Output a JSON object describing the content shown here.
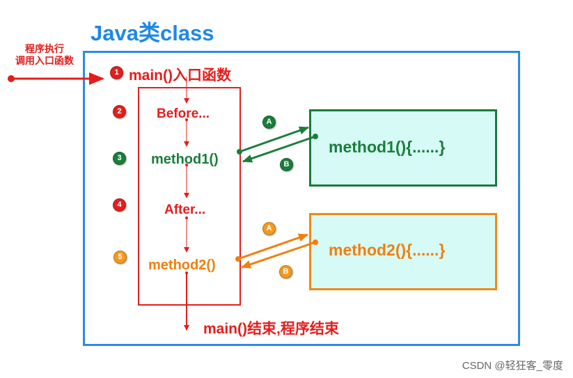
{
  "title": "Java类class",
  "side_note": [
    "程序执行",
    "调用入口函数"
  ],
  "steps": {
    "s1": {
      "badge": "1",
      "label": "main()入口函数"
    },
    "s2": {
      "badge": "2",
      "label": "Before..."
    },
    "s3": {
      "badge": "3",
      "label": "method1()"
    },
    "s4": {
      "badge": "4",
      "label": "After..."
    },
    "s5": {
      "badge": "5",
      "label": "method2()"
    }
  },
  "end_label": "main()结束,程序结束",
  "method1_body": "method1(){......}",
  "method2_body": "method2(){......}",
  "arrow_badges": {
    "call": "A",
    "return": "B"
  },
  "watermark": "CSDN @轻狂客_零度",
  "colors": {
    "red": "#e61c1c",
    "green": "#1a7d3c",
    "orange": "#f07f0e",
    "blue": "#2b8ae8",
    "box_fill": "#d6fbf6"
  }
}
